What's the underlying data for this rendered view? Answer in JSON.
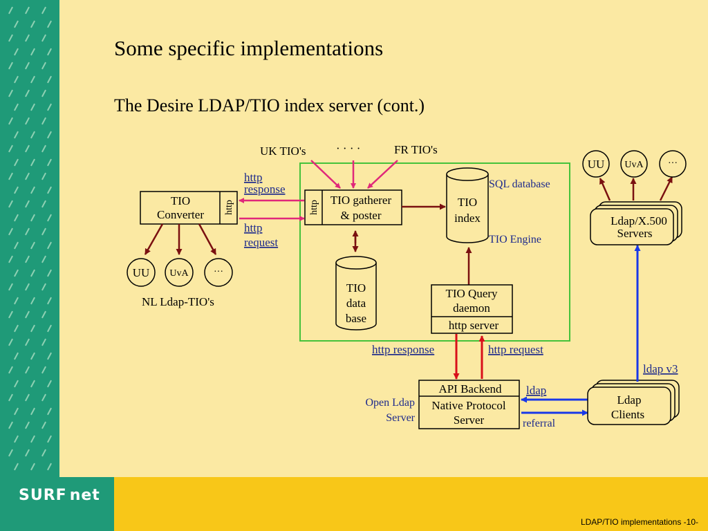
{
  "slide": {
    "title": "Some specific implementations",
    "subtitle": "The Desire LDAP/TIO index server (cont.)",
    "footer_text": "LDAP/TIO implementations -10-",
    "logo": {
      "part1": "SURF",
      "part2": "net"
    }
  },
  "colors": {
    "background": "#fbe9a3",
    "sidebar": "#1f9a78",
    "footer": "#f8c718",
    "green_frame": "#44c23a",
    "pink_arrow": "#e0287a",
    "red_arrow": "#d8101a",
    "brown_arrow": "#7a1010",
    "blue_arrow": "#1838e8",
    "label_blue": "#1d2a8c"
  },
  "diagram": {
    "sources": {
      "uk": "UK TIO's",
      "dots": "· · · ·",
      "fr": "FR TIO's"
    },
    "converter": {
      "line1": "TIO",
      "line2": "Converter",
      "http_tab": "http"
    },
    "gatherer": {
      "line1": "TIO gatherer",
      "line2": "& poster",
      "http_tab": "http"
    },
    "http_response_left": {
      "line1": "http",
      "line2": "response"
    },
    "http_request_left": {
      "line1": "http",
      "line2": "request"
    },
    "nl_nodes": [
      "UU",
      "UvA",
      "···"
    ],
    "nl_caption": "NL Ldap-TIO's",
    "sql_label": "SQL database",
    "tio_index": {
      "line1": "TIO",
      "line2": "index"
    },
    "tio_engine": "TIO Engine",
    "tio_database": {
      "line1": "TIO",
      "line2": "data",
      "line3": "base"
    },
    "query_daemon": {
      "line1": "TIO Query",
      "line2": "daemon",
      "line3": "http server"
    },
    "http_response_bottom": "http response",
    "http_request_bottom": "http request",
    "api_box": {
      "line1": "API Backend",
      "line2": "Native Protocol",
      "line3": "Server"
    },
    "open_ldap": {
      "line1": "Open Ldap",
      "line2": "Server"
    },
    "ldap_label": "ldap",
    "referral_label": "referral",
    "ldap_clients": {
      "line1": "Ldap",
      "line2": "Clients"
    },
    "ldap_v3": "ldap v3",
    "x500_servers": {
      "line1": "Ldap/X.500",
      "line2": "Servers"
    },
    "top_right_nodes": [
      "UU",
      "UvA",
      "···"
    ]
  }
}
